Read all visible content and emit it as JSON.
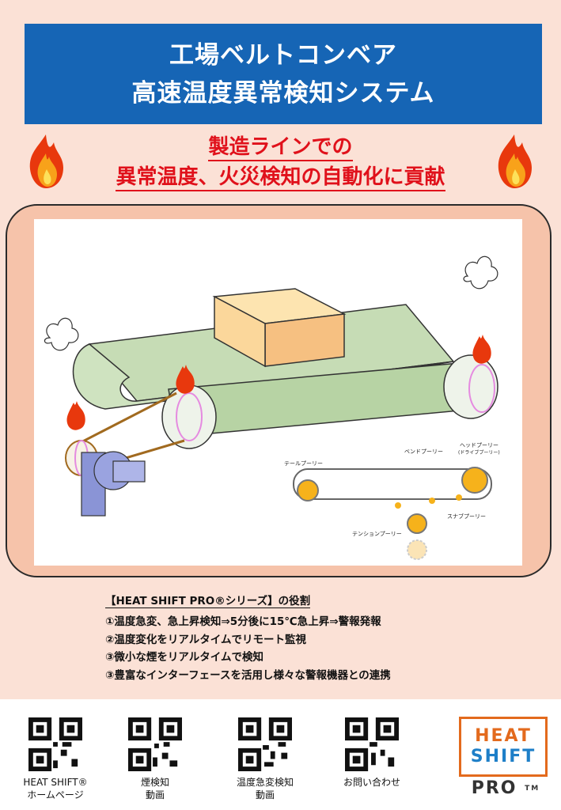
{
  "header": {
    "title_line1": "工場ベルトコンベア",
    "title_line2": "高速温度異常検知システム",
    "bg_color": "#1665b5"
  },
  "subtitle": {
    "line1": "製造ラインでの",
    "line2": "異常温度、火災検知の自動化に貢献",
    "color": "#e0111b"
  },
  "diagram": {
    "labels": {
      "tail": "テールプーリー",
      "bend": "ベンドプーリー",
      "head": "ヘッドプーリー",
      "head_sub": "(ドライブプーリー)",
      "snub": "スナブプーリー",
      "tension": "テンションプーリー"
    }
  },
  "roles": {
    "heading": "【HEAT SHIFT PRO®シリーズ】の役割",
    "items": [
      "①温度急変、急上昇検知⇒5分後に15℃急上昇⇒警報発報",
      "②温度変化をリアルタイムでリモート監視",
      "③微小な煙をリアルタイムで検知",
      "③豊富なインターフェースを活用し様々な警報機器との連携"
    ]
  },
  "footer": {
    "qr": [
      {
        "line1": "HEAT SHIFT®",
        "line2": "ホームページ"
      },
      {
        "line1": "煙検知",
        "line2": "動画"
      },
      {
        "line1": "温度急変検知",
        "line2": "動画"
      },
      {
        "line1": "お問い合わせ",
        "line2": ""
      }
    ],
    "logo": {
      "word1": "HEAT",
      "word2": "SHIFT",
      "word3": "PRO",
      "tm": "TM"
    }
  }
}
